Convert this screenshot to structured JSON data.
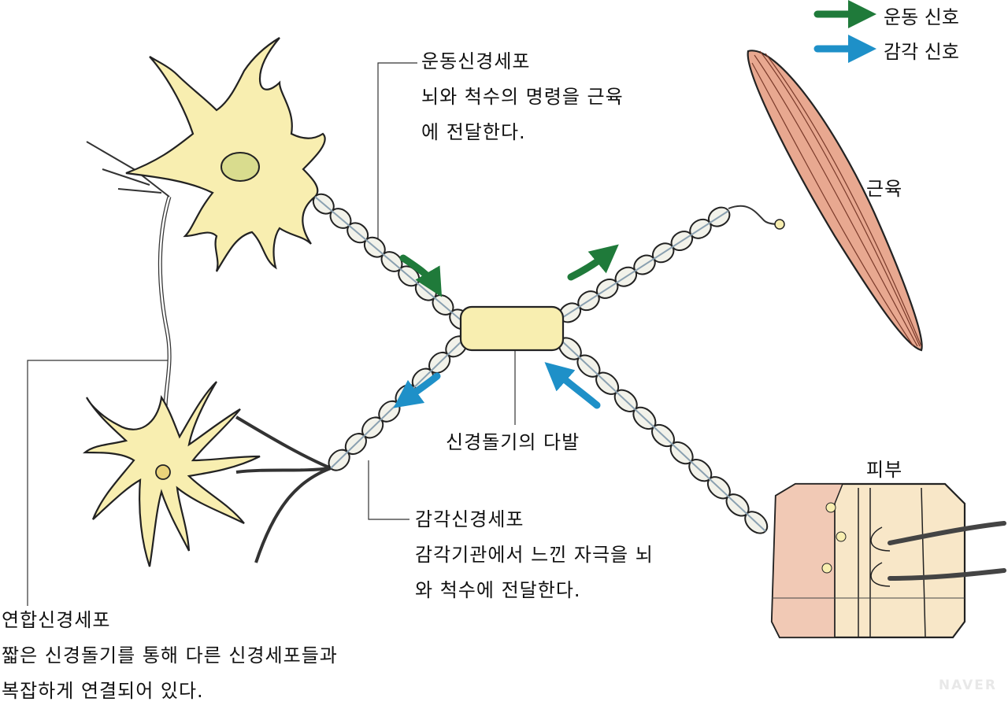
{
  "legend": {
    "motor": {
      "label": "운동 신호",
      "color": "#1f7a3a"
    },
    "sensory": {
      "label": "감각 신호",
      "color": "#1e90c8"
    }
  },
  "labels": {
    "motor_neuron": {
      "title": "운동신경세포",
      "lines": [
        "뇌와 척수의 명령을 근육",
        "에 전달한다."
      ]
    },
    "muscle": "근육",
    "nerve_bundle": "신경돌기의 다발",
    "skin": "피부",
    "sensory_neuron": {
      "title": "감각신경세포",
      "lines": [
        "감각기관에서 느낀 자극을 뇌",
        "와 척수에 전달한다."
      ]
    },
    "interneuron": {
      "title": "연합신경세포",
      "lines": [
        "짧은 신경돌기를 통해 다른 신경세포들과",
        "복잡하게 연결되어 있다."
      ]
    }
  },
  "watermark": "NAVER",
  "colors": {
    "cell": "#f8eeb0",
    "cell_dark": "#e9d27a",
    "muscle": "#e8a890",
    "skin": "#f1c9b5"
  }
}
